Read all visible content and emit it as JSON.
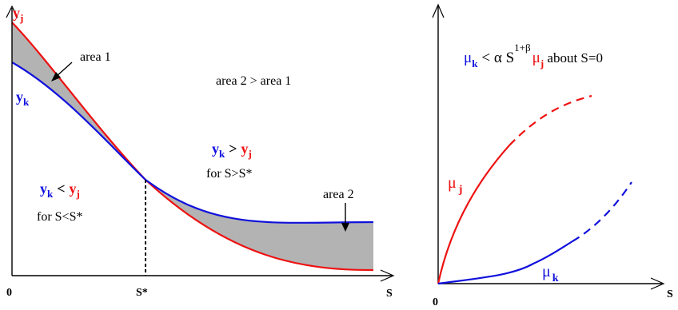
{
  "colors": {
    "red": "#ee1111",
    "blue": "#1111dd",
    "black": "#000000",
    "shade": "#b3b3b3"
  },
  "left_panel": {
    "origin_label": "0",
    "x_axis_label": "S",
    "s_star_label": "S*",
    "curve_j": {
      "symbol": "y",
      "subscript": "j"
    },
    "curve_k": {
      "symbol": "y",
      "subscript": "k"
    },
    "area1_label": "area 1",
    "area2_label": "area 2",
    "compare_areas_label": "area 2 > area 1",
    "left_relation": {
      "lhs_symbol": "y",
      "lhs_sub": "k",
      "operator": "<",
      "rhs_symbol": "y",
      "rhs_sub": "j",
      "condition": "for S<S*"
    },
    "right_relation": {
      "lhs_symbol": "y",
      "lhs_sub": "k",
      "operator": ">",
      "rhs_symbol": "y",
      "rhs_sub": "j",
      "condition": "for S>S*"
    }
  },
  "right_panel": {
    "origin_label": "0",
    "x_axis_label": "S",
    "curve_j": {
      "symbol": "μ",
      "subscript": "j"
    },
    "curve_k": {
      "symbol": "μ",
      "subscript": "k"
    },
    "inequality": {
      "lhs_symbol": "μ",
      "lhs_sub": "k",
      "middle": "< α S",
      "exponent": "1+β",
      "rhs_symbol": "μ",
      "rhs_sub": "j",
      "suffix": " about S=0"
    }
  }
}
